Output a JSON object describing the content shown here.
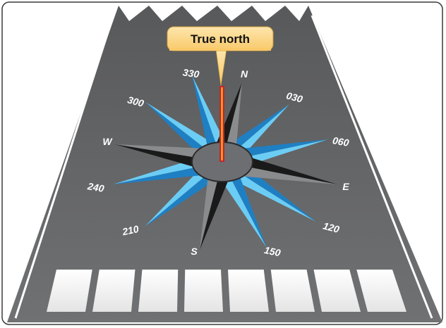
{
  "callout": {
    "text": "True north"
  },
  "headings": {
    "n": "N",
    "e": "E",
    "s": "S",
    "w": "W",
    "h030": "030",
    "h060": "060",
    "h120": "120",
    "h150": "150",
    "h210": "210",
    "h240": "240",
    "h300": "300",
    "h330": "330"
  },
  "colors": {
    "pavement": "#5f6062",
    "edge_line": "#ffffff",
    "rose_light_blue": "#6ccdf4",
    "rose_dark_blue": "#1f7fc3",
    "rose_black": "#1a1a1a",
    "rose_gray": "#8a8b8d",
    "hub": "#6d6e71",
    "needle_red": "#c1272d",
    "needle_yellow": "#f3c81b",
    "callout_fill": "#fcd98b",
    "frame_border": "#3a3a3a"
  },
  "runway": {
    "threshold_bar_count": 8
  }
}
